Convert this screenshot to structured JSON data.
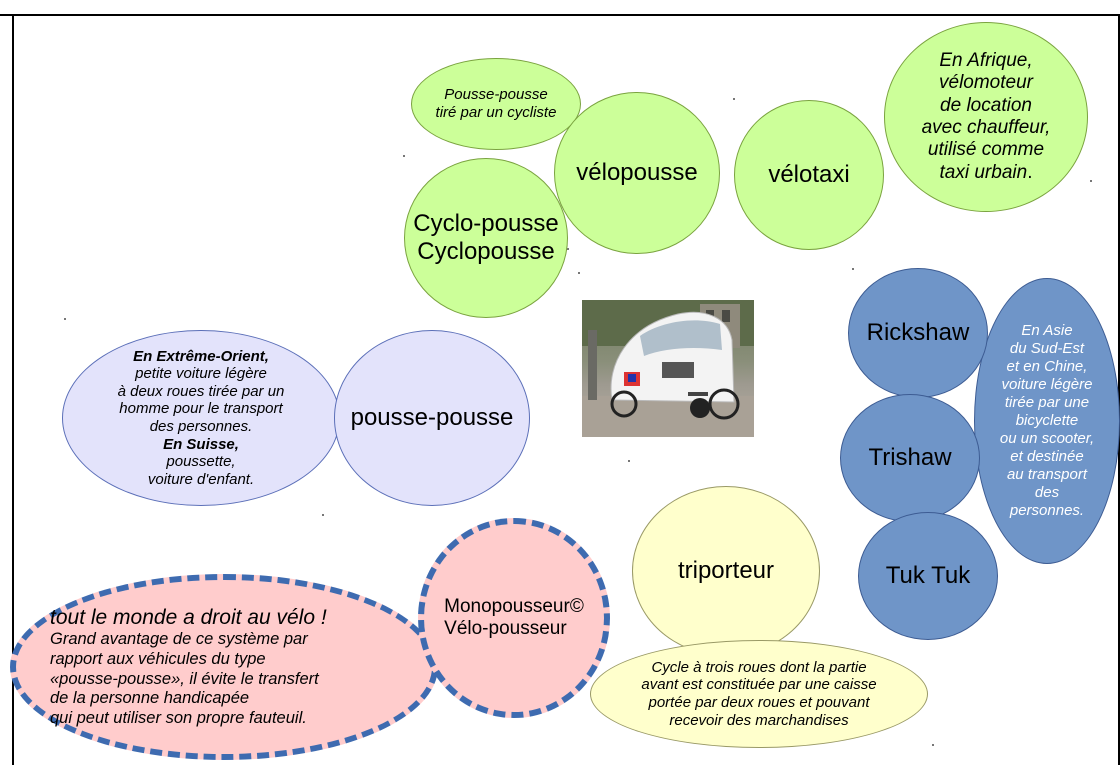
{
  "bubbles": {
    "pousse_pousse_cycliste": "Pousse-pousse\ntiré par un cycliste",
    "velopousse": "vélopousse",
    "velotaxi": "vélotaxi",
    "afrique": {
      "before": "En Afrique,\nvélomoteur\nde location\navec chauffeur,\nutilisé comme\n",
      "em": "taxi urbain",
      "after": "."
    },
    "cyclo_pousse": "Cyclo-pousse\nCyclopousse",
    "extreme_orient": {
      "heading1": "En Extrême-Orient,",
      "text1": "petite voiture légère\nà deux roues tirée par un\nhomme pour le transport\ndes personnes.",
      "heading2": "En Suisse,",
      "text2": "poussette,\nvoiture d'enfant."
    },
    "pousse_pousse": "pousse-pousse",
    "rickshaw": "Rickshaw",
    "trishaw": "Trishaw",
    "tuk_tuk": "Tuk Tuk",
    "asie": "En Asie\ndu Sud-Est\net en Chine,\nvoiture légère\ntirée par une\nbicyclette\nou un scooter,\net destinée\nau transport\ndes\npersonnes.",
    "triporteur": "triporteur",
    "triporteur_def": "Cycle à trois roues dont la partie\navant est constituée par une caisse\nportée par deux roues et pouvant\nrecevoir des marchandises",
    "monopousseur": "Monopousseur©\nVélo-pousseur",
    "velo_title": "tout le monde a droit au vélo !",
    "velo_text": "Grand avantage de ce système par\nrapport aux véhicules du type\n «pousse-pousse», il évite le transfert\nde la personne handicapée\nqui peut utiliser son propre fauteuil."
  },
  "photo": {
    "subject": "vélotaxi tricycle photograph",
    "icon": "velotaxi-photo"
  },
  "colors": {
    "green": "#ccff99",
    "purple": "#e3e3fb",
    "blue": "#6f95c8",
    "yellow": "#ffffcc",
    "pink": "#ffcccc",
    "dashed_border": "#3e6bb0"
  }
}
